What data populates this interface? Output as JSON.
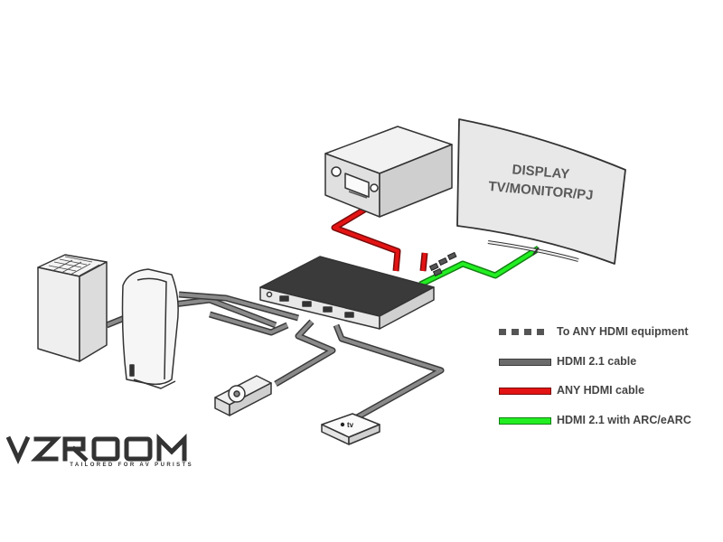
{
  "display": {
    "line1": "DISPLAY",
    "line2": "TV/MONITOR/PJ"
  },
  "legend": {
    "items": [
      {
        "label": "To ANY HDMI equipment",
        "style": "dashed",
        "color": "#555555"
      },
      {
        "label": "HDMI 2.1 cable",
        "style": "solid",
        "color": "#6b6b6b"
      },
      {
        "label": "ANY HDMI cable",
        "style": "solid",
        "color": "#e41414"
      },
      {
        "label": "HDMI 2.1 with ARC/eARC",
        "style": "solid",
        "color": "#22ee22"
      }
    ]
  },
  "brand": {
    "name": "VZROOM",
    "tagline": "TAILORED FOR AV PURISTS"
  },
  "appletv": {
    "badge": "tv"
  },
  "colors": {
    "hdmi21": "#6b6b6b",
    "any_hdmi": "#e41414",
    "arc": "#22ee22",
    "outline": "#333333"
  }
}
